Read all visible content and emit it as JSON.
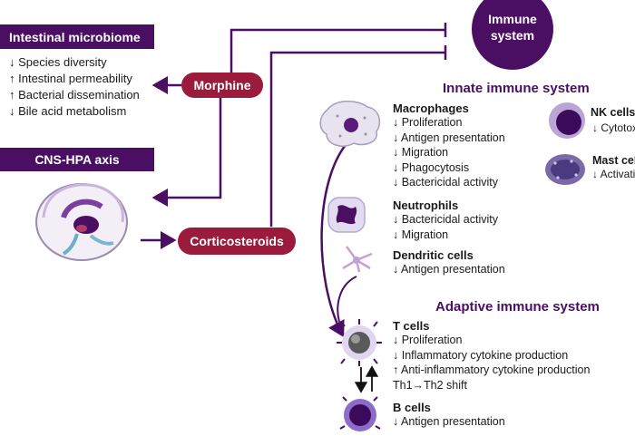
{
  "microbiome": {
    "title": "Intestinal microbiome",
    "items": [
      "↓ Species diversity",
      "↑ Intestinal permeability",
      "↑ Bacterial dissemination",
      "↓ Bile acid metabolism"
    ]
  },
  "cns": {
    "title": "CNS-HPA axis"
  },
  "morphine": {
    "label": "Morphine"
  },
  "corticosteroids": {
    "label": "Corticosteroids"
  },
  "immune": {
    "line1": "Immune",
    "line2": "system"
  },
  "innate": {
    "title": "Innate immune system"
  },
  "adaptive": {
    "title": "Adaptive immune system"
  },
  "macrophages": {
    "title": "Macrophages",
    "items": [
      "↓ Proliferation",
      "↓ Antigen presentation",
      "↓ Migration",
      "↓ Phagocytosis",
      "↓ Bactericidal activity"
    ]
  },
  "nk_cells": {
    "title": "NK cells",
    "items": [
      "↓ Cytotoxicity"
    ]
  },
  "mast_cells": {
    "title": "Mast cells",
    "items": [
      "↓ Activation"
    ]
  },
  "neutrophils": {
    "title": "Neutrophils",
    "items": [
      "↓ Bactericidal activity",
      "↓ Migration"
    ]
  },
  "dendritic_cells": {
    "title": "Dendritic cells",
    "items": [
      "↓ Antigen presentation"
    ]
  },
  "t_cells": {
    "title": "T cells",
    "items": [
      "↓ Proliferation",
      "↓ Inflammatory cytokine production",
      "↑ Anti-inflammatory cytokine production",
      "Th1→Th2 shift"
    ]
  },
  "b_cells": {
    "title": "B cells",
    "items": [
      "↓ Antigen presentation"
    ]
  },
  "colors": {
    "purple": "#4a0f63",
    "crimson": "#9b1b3d",
    "arrow": "#4a0f63"
  }
}
